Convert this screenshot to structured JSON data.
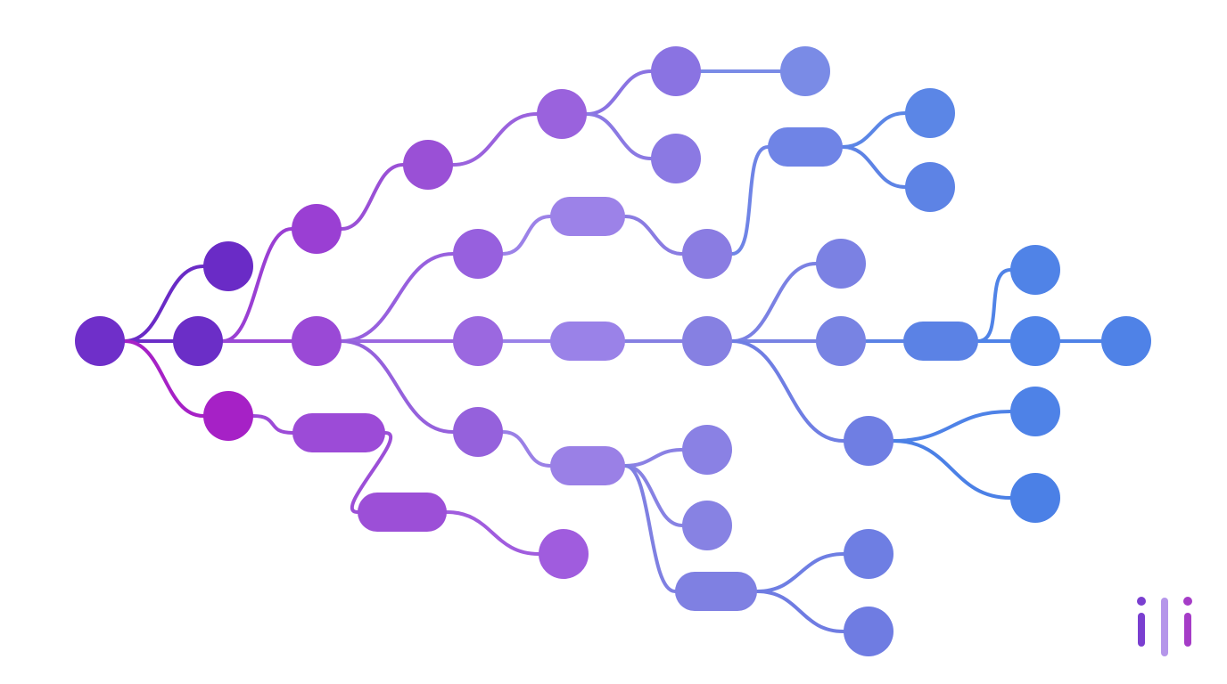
{
  "diagram": {
    "type": "tree-flow",
    "gradient": {
      "start": "#6a2bc9",
      "mid": "#9a7be6",
      "end": "#4a7ae6",
      "accent": "#a621c6"
    },
    "nodes": [
      {
        "id": "root",
        "shape": "circle",
        "color": "#6f2fc9"
      },
      {
        "id": "a1",
        "shape": "circle",
        "color": "#6a2bc6"
      },
      {
        "id": "a2",
        "shape": "circle",
        "color": "#6b2ec7"
      },
      {
        "id": "a3",
        "shape": "circle",
        "color": "#a621c6"
      },
      {
        "id": "b1",
        "shape": "circle",
        "color": "#9a3fd3"
      },
      {
        "id": "b2",
        "shape": "circle",
        "color": "#9a49d6"
      },
      {
        "id": "b3",
        "shape": "pill",
        "color": "#9c4bd7"
      },
      {
        "id": "b4",
        "shape": "pill",
        "color": "#9c4fd7"
      },
      {
        "id": "c1",
        "shape": "circle",
        "color": "#9a50d6"
      },
      {
        "id": "c2",
        "shape": "circle",
        "color": "#9a62dd"
      },
      {
        "id": "c3",
        "shape": "circle",
        "color": "#9760de"
      },
      {
        "id": "c4",
        "shape": "circle",
        "color": "#9561dc"
      },
      {
        "id": "c5",
        "shape": "circle",
        "color": "#a05cde"
      },
      {
        "id": "d1",
        "shape": "circle",
        "color": "#9b68e0"
      },
      {
        "id": "d2",
        "shape": "pill",
        "color": "#9c82e8"
      },
      {
        "id": "d3",
        "shape": "pill",
        "color": "#9a82e8"
      },
      {
        "id": "d4",
        "shape": "pill",
        "color": "#9a80e6"
      },
      {
        "id": "e1",
        "shape": "circle",
        "color": "#8a73e2"
      },
      {
        "id": "e2",
        "shape": "circle",
        "color": "#8b79e3"
      },
      {
        "id": "e3",
        "shape": "circle",
        "color": "#8a7ce2"
      },
      {
        "id": "e4",
        "shape": "circle",
        "color": "#8680e2"
      },
      {
        "id": "e5",
        "shape": "circle",
        "color": "#8a81e4"
      },
      {
        "id": "e6",
        "shape": "circle",
        "color": "#8782e3"
      },
      {
        "id": "e7",
        "shape": "pill",
        "color": "#7f80e2"
      },
      {
        "id": "f1",
        "shape": "circle",
        "color": "#7a8be6"
      },
      {
        "id": "f2",
        "shape": "pill",
        "color": "#6f84e6"
      },
      {
        "id": "f3",
        "shape": "circle",
        "color": "#7b81e3"
      },
      {
        "id": "f4",
        "shape": "circle",
        "color": "#7883e3"
      },
      {
        "id": "f5",
        "shape": "circle",
        "color": "#6f7ee3"
      },
      {
        "id": "f6",
        "shape": "circle",
        "color": "#6e7ee3"
      },
      {
        "id": "f7",
        "shape": "circle",
        "color": "#6f7ce2"
      },
      {
        "id": "g1",
        "shape": "circle",
        "color": "#5b86e6"
      },
      {
        "id": "g2",
        "shape": "circle",
        "color": "#5d83e5"
      },
      {
        "id": "g3",
        "shape": "pill",
        "color": "#5b82e5"
      },
      {
        "id": "h1",
        "shape": "circle",
        "color": "#5083e7"
      },
      {
        "id": "h2",
        "shape": "circle",
        "color": "#4f83e8"
      },
      {
        "id": "h3",
        "shape": "circle",
        "color": "#4f82e7"
      },
      {
        "id": "h4",
        "shape": "circle",
        "color": "#4e82e7"
      },
      {
        "id": "h5",
        "shape": "circle",
        "color": "#4b80e6"
      }
    ],
    "edges": [
      [
        "root",
        "a1"
      ],
      [
        "root",
        "a2"
      ],
      [
        "root",
        "a3"
      ],
      [
        "a2",
        "b1"
      ],
      [
        "a2",
        "b2"
      ],
      [
        "a3",
        "b3"
      ],
      [
        "b3",
        "b4"
      ],
      [
        "b4",
        "c5"
      ],
      [
        "b1",
        "c1"
      ],
      [
        "c1",
        "c2"
      ],
      [
        "c2",
        "e1"
      ],
      [
        "c2",
        "e2"
      ],
      [
        "e1",
        "f1"
      ],
      [
        "b2",
        "c3"
      ],
      [
        "b2",
        "d1"
      ],
      [
        "b2",
        "c4"
      ],
      [
        "c3",
        "d2"
      ],
      [
        "d2",
        "e3"
      ],
      [
        "e3",
        "f2"
      ],
      [
        "f2",
        "g1"
      ],
      [
        "f2",
        "g2"
      ],
      [
        "d1",
        "d3"
      ],
      [
        "d3",
        "e4"
      ],
      [
        "c4",
        "d4"
      ],
      [
        "d4",
        "e5"
      ],
      [
        "d4",
        "e6"
      ],
      [
        "d4",
        "e7"
      ],
      [
        "e7",
        "f6"
      ],
      [
        "e7",
        "f7"
      ],
      [
        "e4",
        "f3"
      ],
      [
        "e4",
        "f4"
      ],
      [
        "e4",
        "f5"
      ],
      [
        "f4",
        "g3"
      ],
      [
        "g3",
        "h1"
      ],
      [
        "g3",
        "h2"
      ],
      [
        "h2",
        "h3"
      ],
      [
        "f5",
        "h4"
      ],
      [
        "f5",
        "h5"
      ]
    ]
  },
  "logo": {
    "colors": [
      "#7a3fd0",
      "#b596ea",
      "#a53cc7"
    ]
  }
}
